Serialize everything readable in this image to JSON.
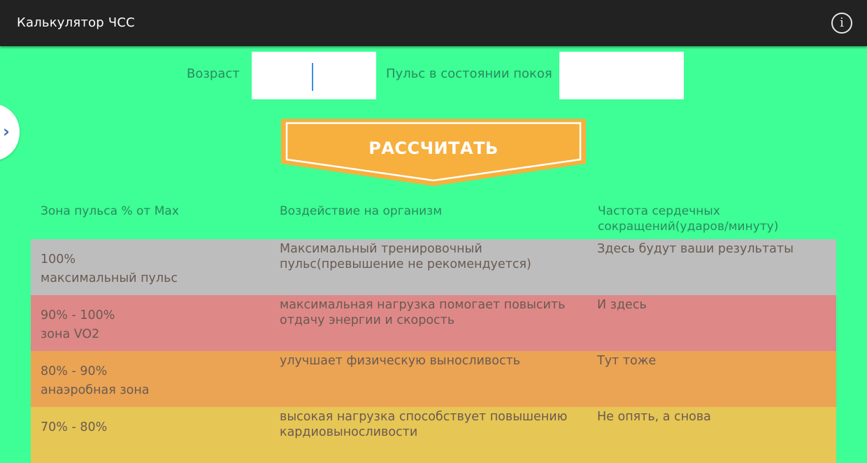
{
  "appbar": {
    "title": "Калькулятор ЧСС",
    "info_icon_glyph": "i",
    "background": "#222222"
  },
  "form": {
    "age_label": "Возраст",
    "age_value": "",
    "resting_pulse_label": "Пульс в состоянии покоя",
    "resting_pulse_value": ""
  },
  "drawer": {
    "chevron_glyph": "›"
  },
  "calculate_button": {
    "label": "РАССЧИТАТЬ",
    "color": "#f7b03e"
  },
  "table": {
    "headers": [
      "Зона пульса % от Max",
      "Воздействие на организм",
      "Частота сердечных\nсокращений(ударов/минуту)"
    ],
    "rows": [
      {
        "zone": "100%\nмаксимальный пульс",
        "effect": "Максимальный тренировочный\nпульс(превышение не рекомендуется)",
        "result": "Здесь будут ваши результаты",
        "color": "#bdbdbd"
      },
      {
        "zone": "90% - 100%\nзона VO2",
        "effect": "максимальная нагрузка помогает повысить\nотдачу энергии и скорость",
        "result": "И здесь",
        "color": "#df8888"
      },
      {
        "zone": "80% - 90%\nанаэробная зона",
        "effect": "улучшает физическую выносливость",
        "result": "Тут тоже",
        "color": "#eba454"
      },
      {
        "zone": "70% - 80%",
        "effect": "высокая нагрузка способствует повышению\nкардиовыносливости",
        "result": "Не опять, а снова",
        "color": "#e6c655"
      }
    ]
  },
  "colors": {
    "background": "#3dff95",
    "label_text": "#2a8a5e"
  }
}
